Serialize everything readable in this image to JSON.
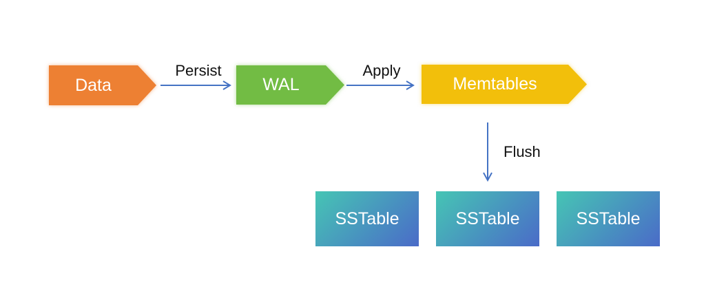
{
  "nodes": {
    "data": {
      "label": "Data",
      "fill": "#ED8033",
      "text_color": "#FFFFFF",
      "shape": "right-chevron"
    },
    "wal": {
      "label": "WAL",
      "fill": "#72BC44",
      "text_color": "#FFFFFF",
      "shape": "right-chevron"
    },
    "memtables": {
      "label": "Memtables",
      "fill": "#F2BF0B",
      "text_color": "#FFFFFF",
      "shape": "right-chevron"
    },
    "sstables": [
      {
        "label": "SSTable"
      },
      {
        "label": "SSTable"
      },
      {
        "label": "SSTable"
      }
    ],
    "sstable_gradient": {
      "from": "#46C5B4",
      "to": "#4A6BC8"
    }
  },
  "edges": [
    {
      "id": "persist",
      "label": "Persist",
      "from": "data",
      "to": "wal",
      "direction": "right"
    },
    {
      "id": "apply",
      "label": "Apply",
      "from": "wal",
      "to": "memtables",
      "direction": "right"
    },
    {
      "id": "flush",
      "label": "Flush",
      "from": "memtables",
      "to": "sstables",
      "direction": "down"
    }
  ],
  "colors": {
    "arrow": "#4472C4",
    "edge_label_text": "#111111",
    "background": "#FFFFFF"
  }
}
